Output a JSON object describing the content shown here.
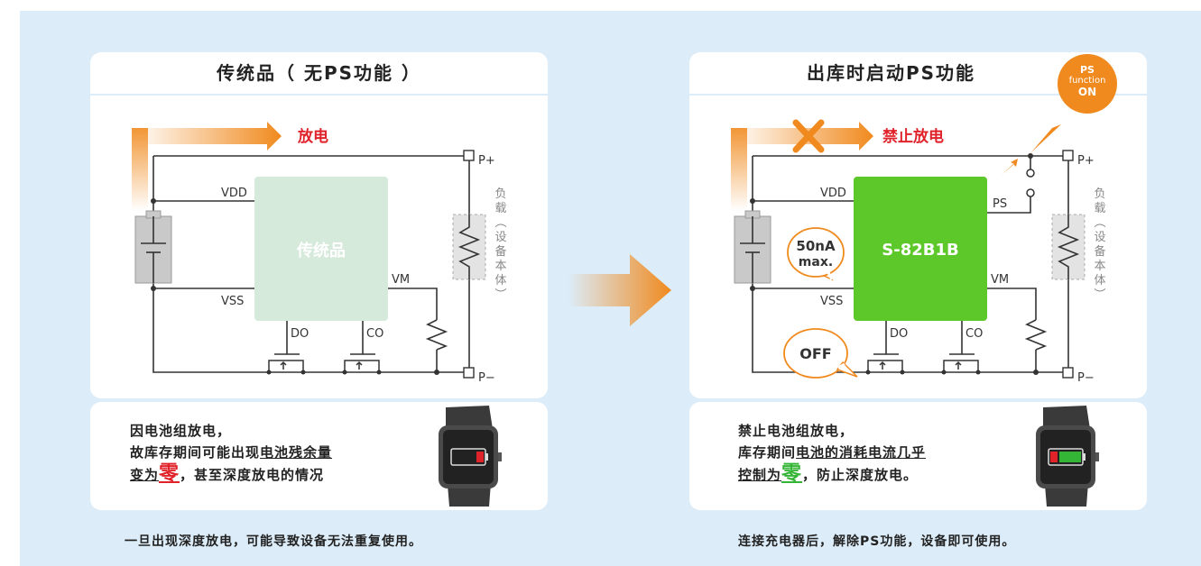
{
  "left": {
    "title": "传统品（ 无PS功能 ）",
    "discharge": "放电",
    "chip": "传统品",
    "p_plus": "P+",
    "p_minus": "P−",
    "vdd": "VDD",
    "vss": "VSS",
    "vm": "VM",
    "do": "DO",
    "co": "CO",
    "load": [
      "负",
      "载",
      "︵",
      "设",
      "备",
      "本",
      "体",
      "︶"
    ],
    "desc_line1": "因电池组放电，",
    "desc_line2a": "故库存期间可能出现",
    "desc_line2b": "电池残余量",
    "desc_line3a": "变为",
    "desc_line3b": "零",
    "desc_line3c": "，甚至深度放电的情况",
    "footer": "一旦出现深度放电，可能导致设备无法重复使用。"
  },
  "right": {
    "title": "出库时启动PS功能",
    "badge_line1": "PS",
    "badge_line2": "function",
    "badge_line3": "ON",
    "discharge": "禁止放电",
    "chip": "S-82B1B",
    "p_plus": "P+",
    "p_minus": "P−",
    "vdd": "VDD",
    "vss": "VSS",
    "vm": "VM",
    "ps": "PS",
    "do": "DO",
    "co": "CO",
    "bubble1_line1": "50nA",
    "bubble1_line2": "max.",
    "bubble2": "OFF",
    "load": [
      "负",
      "载",
      "︵",
      "设",
      "备",
      "本",
      "体",
      "︶"
    ],
    "desc_line1": "禁止电池组放电，",
    "desc_line2a": "库存期间",
    "desc_line2b": "电池的消耗电流几乎",
    "desc_line3a": "控制为",
    "desc_line3b": "零",
    "desc_line3c": "，防止深度放电。",
    "footer": "连接充电器后，解除PS功能，设备即可使用。"
  },
  "colors": {
    "background": "#dcecf8",
    "orange": "#f08a1e",
    "red_text": "#e0222a",
    "chip_left": "#d5eadb",
    "chip_right": "#5dc829",
    "green_battery": "#35b535"
  }
}
